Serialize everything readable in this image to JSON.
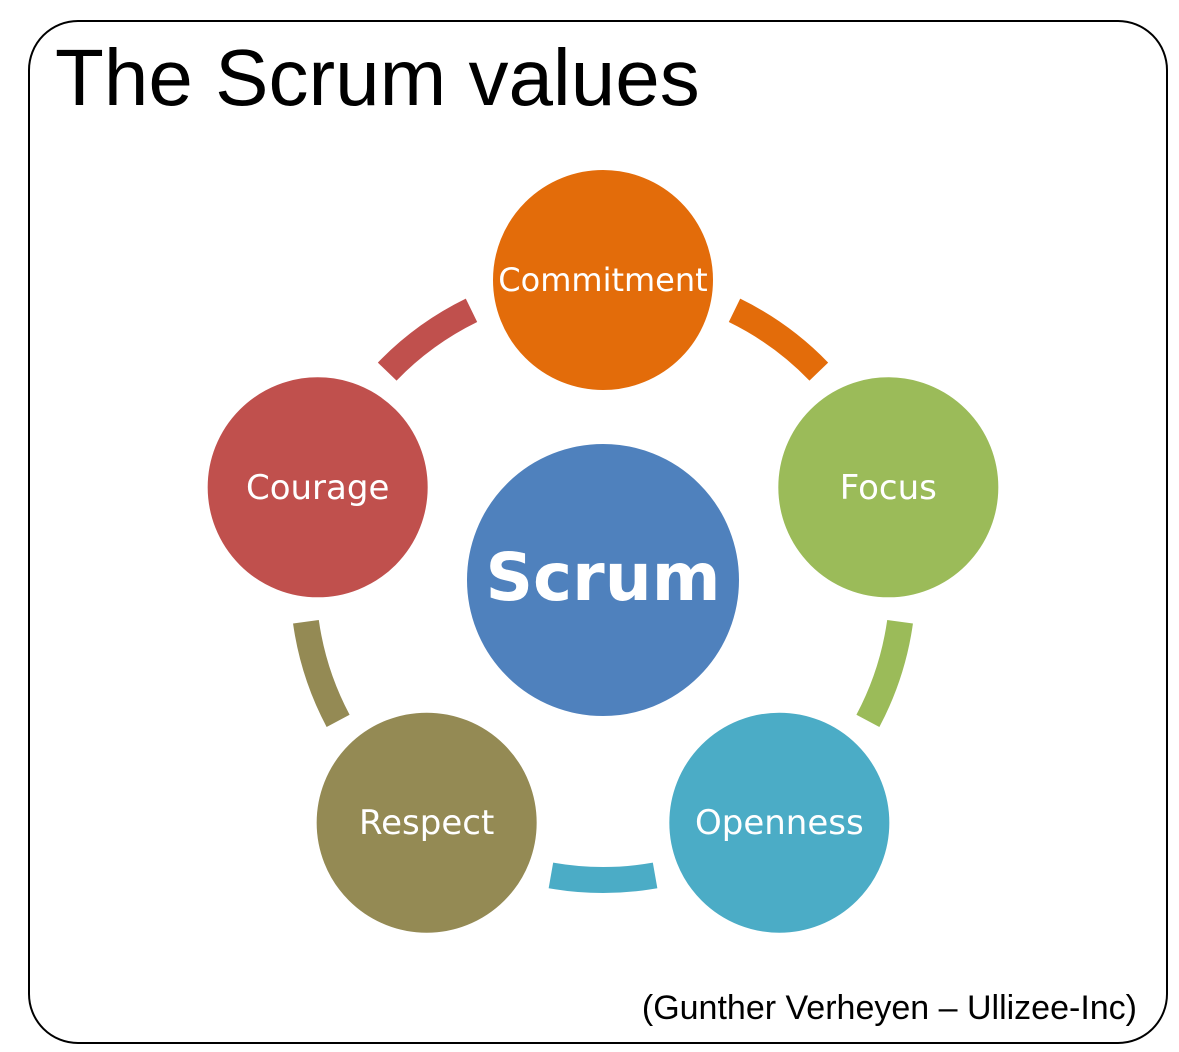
{
  "title": "The Scrum values",
  "credit": "(Gunther Verheyen – Ullizee-Inc)",
  "center": {
    "label": "Scrum",
    "color": "#4F81BD"
  },
  "values": [
    {
      "label": "Commitment",
      "color": "#E36C0A"
    },
    {
      "label": "Focus",
      "color": "#9BBB59"
    },
    {
      "label": "Openness",
      "color": "#4BACC6"
    },
    {
      "label": "Respect",
      "color": "#948A54"
    },
    {
      "label": "Courage",
      "color": "#C0504D"
    }
  ]
}
